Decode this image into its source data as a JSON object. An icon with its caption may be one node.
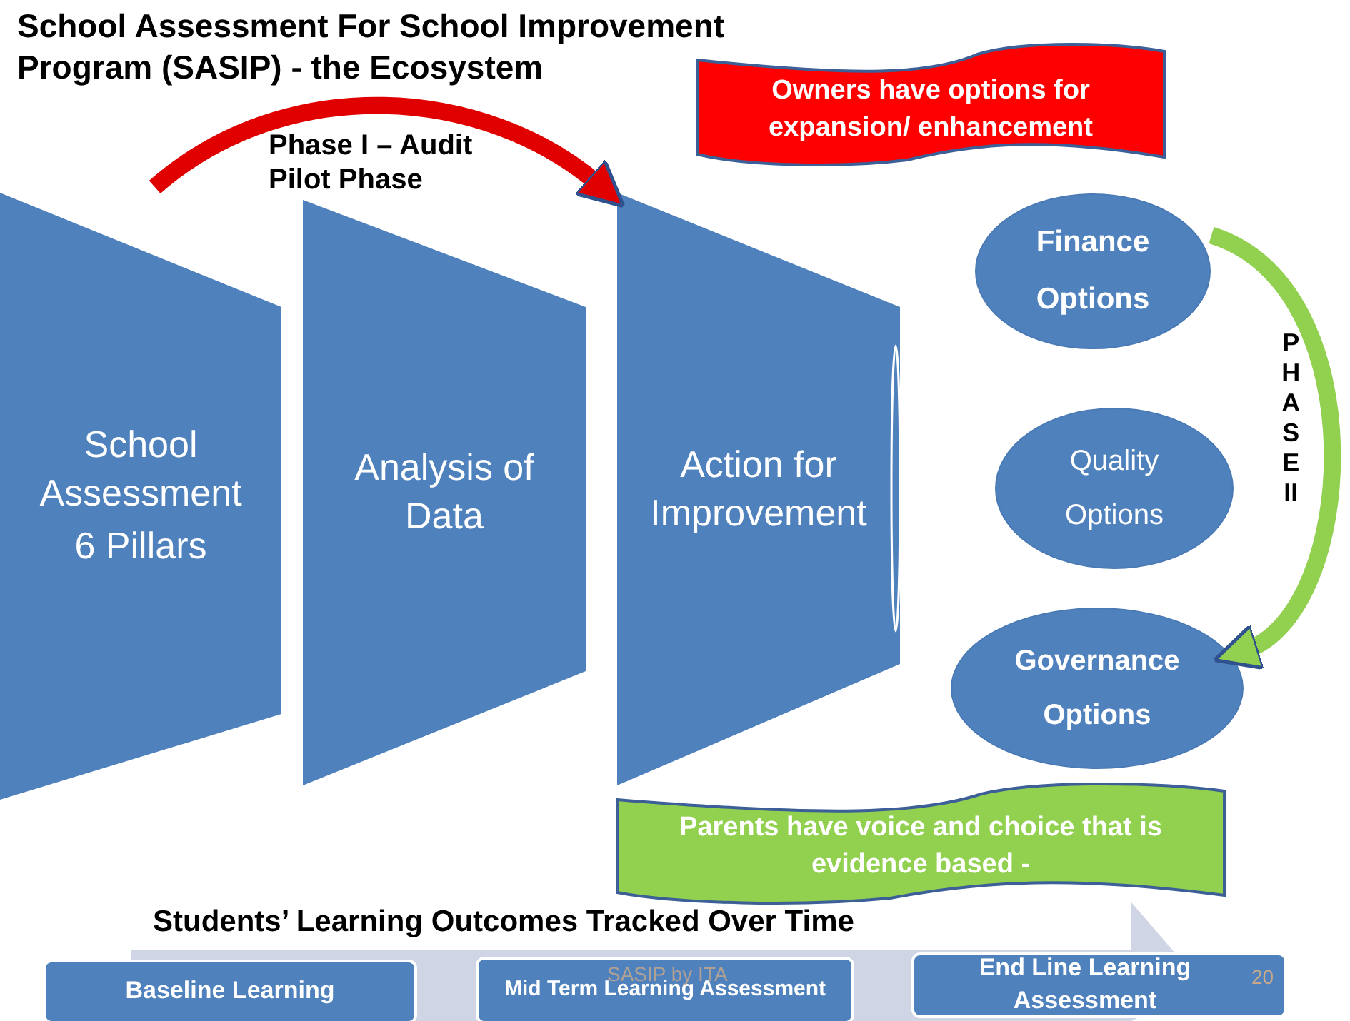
{
  "diagram": {
    "title": "School Assessment For School Improvement Program (SASIP) - the Ecosystem",
    "nodes": [
      {
        "text": [
          "School Assessment",
          "6 Pillars"
        ]
      },
      {
        "text": [
          "Analysis of Data"
        ]
      },
      {
        "text": [
          "Action for Improvement"
        ]
      },
      {
        "text": [
          "Finance Options"
        ]
      },
      {
        "text": [
          "Quality Options"
        ]
      },
      {
        "text": [
          "Governance Options"
        ]
      },
      {
        "text": [
          "Owners have options for expansion/ enhancement"
        ]
      },
      {
        "text": [
          "Parents have voice and choice that is evidence based -"
        ]
      },
      {
        "text": [
          "Students’ Learning Outcomes Tracked Over Time"
        ]
      },
      {
        "text": [
          "Baseline Learning"
        ]
      },
      {
        "text": [
          "Mid Term Learning Assessment"
        ],
        "in": 8
      },
      {
        "text": [
          "End Line Learning Assessment"
        ]
      }
    ],
    "edges": [
      {
        "from": 0,
        "to": 2,
        "arrow": "to",
        "label": "Phase I – Audit Pilot Phase",
        "color": "#e00000"
      },
      {
        "from": 3,
        "to": 5,
        "arrow": "to",
        "label": "PHASE II",
        "color": "#92d050"
      }
    ],
    "labels": [
      "SASIP by ITA",
      "20"
    ]
  }
}
